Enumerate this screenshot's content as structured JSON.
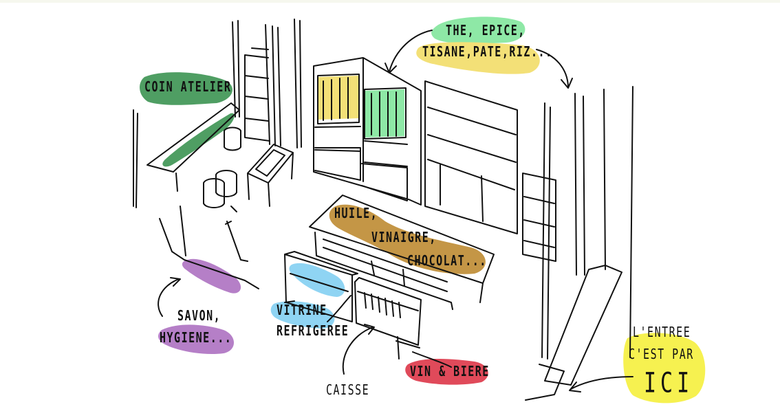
{
  "colors": {
    "green_dark": "#4f9e63",
    "green_light": "#8ee8a6",
    "yellow": "#f3e077",
    "yellow_bright": "#f6f150",
    "brown": "#c49646",
    "purple": "#b57fc7",
    "blue": "#8fd4f3",
    "red": "#e04a5a",
    "ink": "#111111"
  },
  "labels": {
    "coin_atelier": "COIN ATELIER",
    "the_epice": "THE, EPICE,",
    "tisane_pate_riz": "TISANE,PATE,RIZ...",
    "huile": "HUILE,",
    "vinaigre": "VINAIGRE,",
    "chocolat": "CHOCOLAT...",
    "savon": "SAVON,",
    "hygiene": "HYGIENE...",
    "vitrine": "VITRINE",
    "refrigeree": "REFRIGEREE",
    "caisse": "CAISSE",
    "vin_biere": "VIN & BIERE",
    "entree_line1": "L'ENTREE",
    "entree_line2": "C'EST PAR",
    "ici": "ICI"
  }
}
